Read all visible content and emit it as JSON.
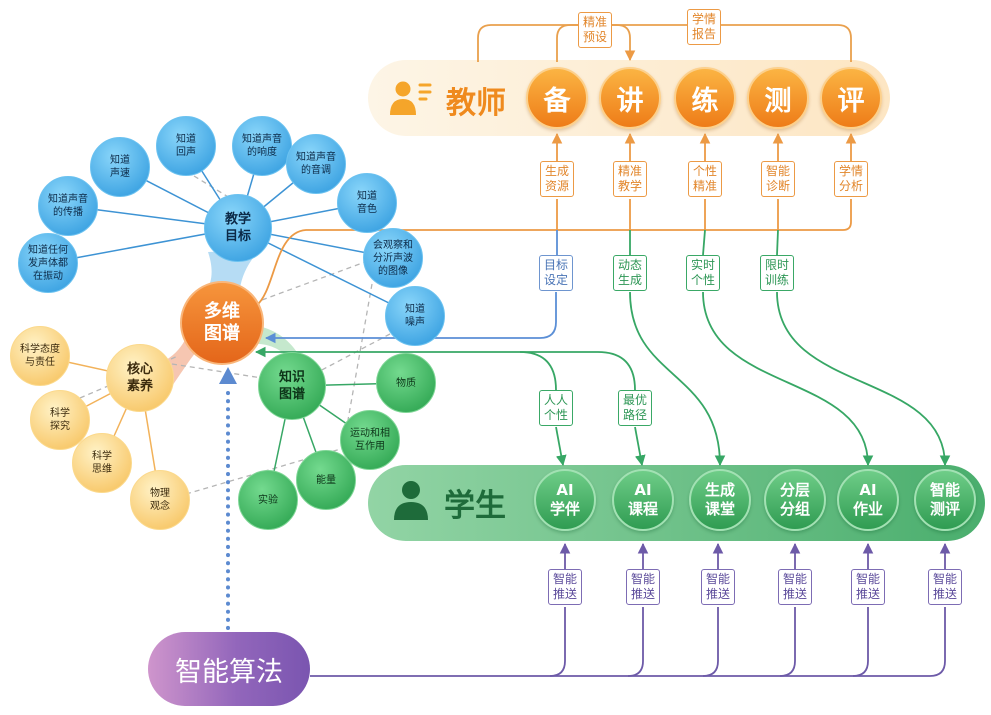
{
  "teacher": {
    "title": "教师",
    "stages": [
      "备",
      "讲",
      "练",
      "测",
      "评"
    ]
  },
  "teacher_loops": [
    "精准\n预设",
    "学情\n报告"
  ],
  "teacher_inputs": [
    "生成\n资源",
    "精准\n教学",
    "个性\n精准",
    "智能\n诊断",
    "学情\n分析"
  ],
  "graph_to_classroom": [
    "目标\n设定",
    "动态\n生成",
    "实时\n个性",
    "限时\n训练"
  ],
  "graph_to_student": [
    "人人\n个性",
    "最优\n路径"
  ],
  "student": {
    "title": "学生",
    "stages": [
      "AI\n学伴",
      "AI\n课程",
      "生成\n课堂",
      "分层\n分组",
      "AI\n作业",
      "智能\n测评"
    ]
  },
  "smart_push": [
    "智能\n推送",
    "智能\n推送",
    "智能\n推送",
    "智能\n推送",
    "智能\n推送",
    "智能\n推送"
  ],
  "algorithm": {
    "label": "智能算法"
  },
  "hub": {
    "label": "多维\n图谱"
  },
  "teaching_goals": {
    "center": "教学\n目标",
    "items": [
      "知道\n回声",
      "知道声音\n的响度",
      "知道声音\n的音调",
      "知道\n音色",
      "会观察和\n分沂声波\n的图像",
      "知道\n噪声",
      "知道\n声速",
      "知道声音\n的传播",
      "知道任何\n发声体都\n在振动"
    ]
  },
  "core_literacy": {
    "center": "核心\n素养",
    "items": [
      "科学态度\n与责任",
      "科学\n探究",
      "科学\n思维",
      "物理\n观念"
    ]
  },
  "knowledge_graph": {
    "center": "知识\n图谱",
    "items": [
      "物质",
      "运动和相\n互作用",
      "能量",
      "实验"
    ]
  },
  "icons": {
    "teacher": "teacher-icon",
    "student": "student-icon"
  },
  "colors": {
    "teacher_accent": "#ef8a1e",
    "student_accent": "#1e6b3a",
    "hub_orange": "#ef7a22",
    "goal_blue": "#2996dc",
    "core_yellow": "#f6bd52",
    "knowledge_green": "#239d47",
    "algorithm_purple": "#8b5fb5"
  }
}
